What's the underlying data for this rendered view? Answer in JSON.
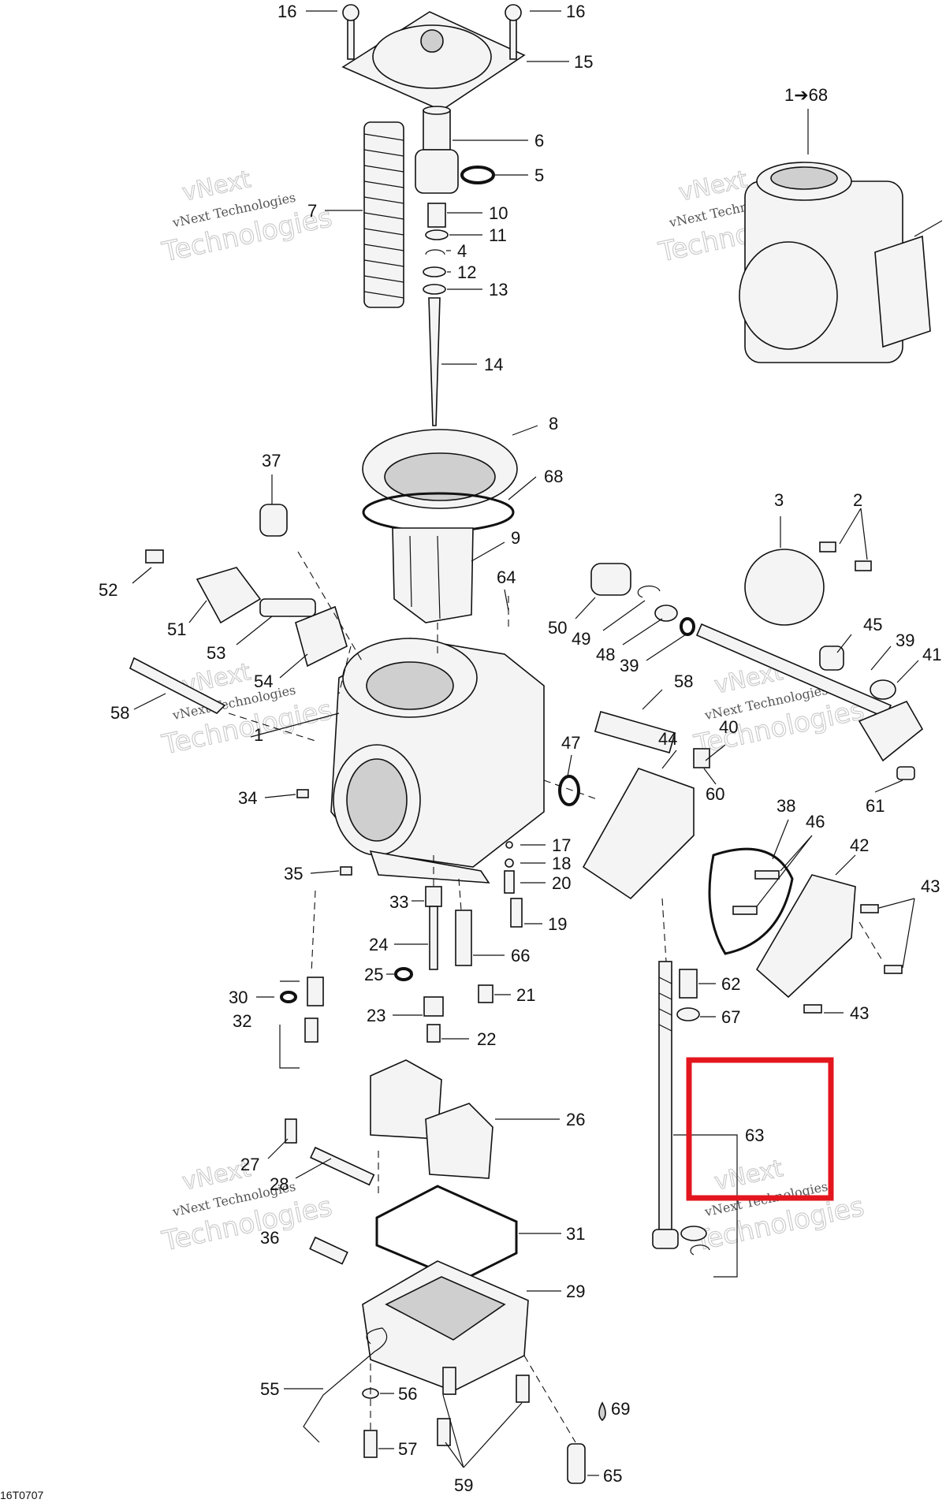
{
  "diagram": {
    "code": "16T0707",
    "assembly_label": "1➔68",
    "watermark": {
      "line1": "vNext",
      "line2": "vNext Technologies",
      "line3": "Technologies"
    },
    "highlight_color": "#e3161e",
    "highlighted_callout": "63",
    "callouts": {
      "c16a": "16",
      "c16b": "16",
      "c15": "15",
      "c6": "6",
      "c5": "5",
      "c7": "7",
      "c10": "10",
      "c11": "11",
      "c4": "4",
      "c12": "12",
      "c13": "13",
      "c14": "14",
      "c8": "8",
      "c68": "68",
      "c9": "9",
      "c37": "37",
      "c3": "3",
      "c2": "2",
      "c52": "52",
      "c64": "64",
      "c50": "50",
      "c49": "49",
      "c48": "48",
      "c39a": "39",
      "c45": "45",
      "c39b": "39",
      "c41": "41",
      "c51": "51",
      "c53": "53",
      "c54": "54",
      "c58a": "58",
      "c58b": "58",
      "c1": "1",
      "c40": "40",
      "c47": "47",
      "c44": "44",
      "c60": "60",
      "c61": "61",
      "c34": "34",
      "c38": "38",
      "c46": "46",
      "c42": "42",
      "c17": "17",
      "c18": "18",
      "c20": "20",
      "c35": "35",
      "c33": "33",
      "c43a": "43",
      "c19": "19",
      "c24": "24",
      "c66": "66",
      "c30": "30",
      "c25": "25",
      "c21": "21",
      "c62": "62",
      "c32": "32",
      "c23": "23",
      "c43b": "43",
      "c67": "67",
      "c22": "22",
      "c26": "26",
      "c63": "63",
      "c27": "27",
      "c28": "28",
      "c31": "31",
      "c36": "36",
      "c29": "29",
      "c55": "55",
      "c56": "56",
      "c69": "69",
      "c57": "57",
      "c65": "65",
      "c59": "59"
    }
  }
}
